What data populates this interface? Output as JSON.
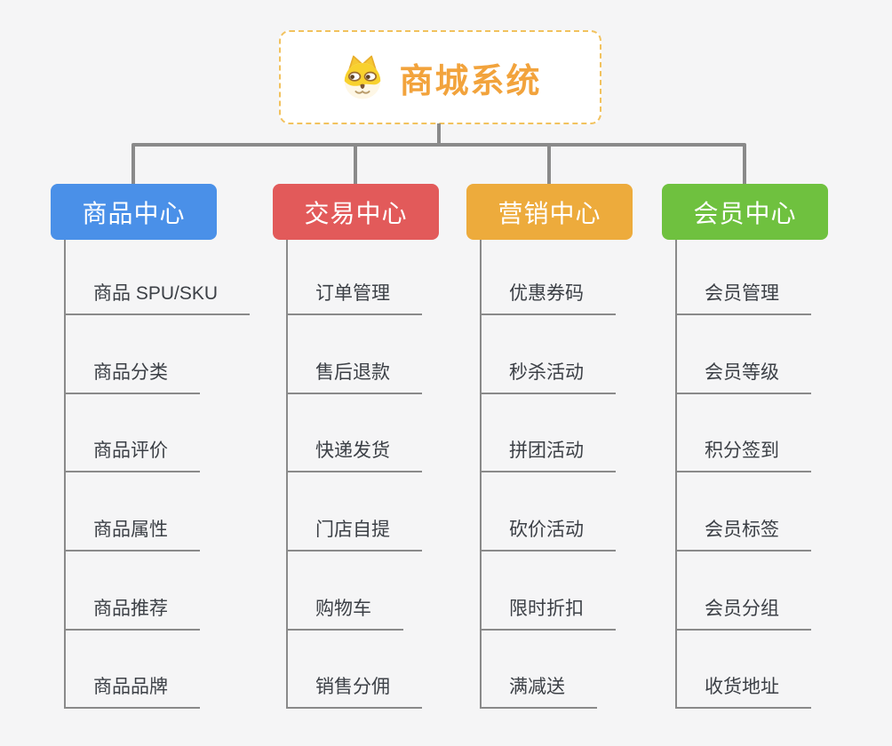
{
  "theme": {
    "background": "#f5f5f6",
    "connector": "#8a8a8a",
    "text": "#3c4046",
    "root_text": "#f2a33c",
    "root_border": "#f2c25e"
  },
  "root": {
    "label": "商城系统",
    "icon": "doge-icon"
  },
  "branches": [
    {
      "label": "商品中心",
      "color": "#4a90e8",
      "children": [
        "商品 SPU/SKU",
        "商品分类",
        "商品评价",
        "商品属性",
        "商品推荐",
        "商品品牌"
      ]
    },
    {
      "label": "交易中心",
      "color": "#e25a5a",
      "children": [
        "订单管理",
        "售后退款",
        "快递发货",
        "门店自提",
        "购物车",
        "销售分佣"
      ]
    },
    {
      "label": "营销中心",
      "color": "#edab3c",
      "children": [
        "优惠券码",
        "秒杀活动",
        "拼团活动",
        "砍价活动",
        "限时折扣",
        "满减送"
      ]
    },
    {
      "label": "会员中心",
      "color": "#6fc13f",
      "children": [
        "会员管理",
        "会员等级",
        "积分签到",
        "会员标签",
        "会员分组",
        "收货地址"
      ]
    }
  ]
}
